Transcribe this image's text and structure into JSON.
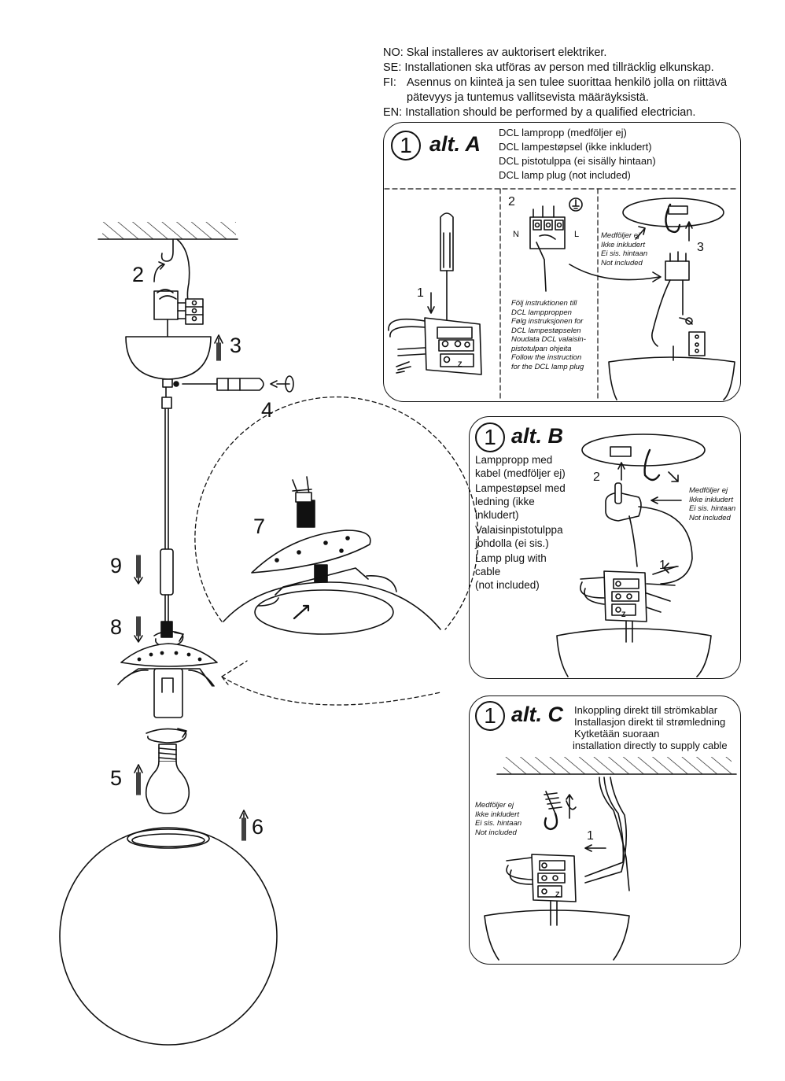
{
  "header": {
    "no": "NO: Skal installeres av auktorisert elektriker.",
    "se": "SE: Installationen ska utföras av person med tillräcklig elkunskap.",
    "fi_code": "FI:",
    "fi_line1": "Asennus on kiinteä ja sen tulee suorittaa henkilö jolla on riittävä",
    "fi_line2": "pätevyys ja tuntemus vallitsevista määräyksistä.",
    "en": "EN: Installation should be performed by a qualified electrician."
  },
  "alt_a": {
    "step": "1",
    "title": "alt. A",
    "lines": [
      "DCL lampropp (medföljer ej)",
      "DCL lampestøpsel (ikke inkludert)",
      "DCL pistotulppa (ei sisälly hintaan)",
      "DCL lamp plug (not included)"
    ],
    "num1": "1",
    "num2": "2",
    "num3": "3",
    "n": "N",
    "l": "L",
    "z": "Z",
    "instruction": [
      "Följ instruktionen till",
      "DCL lampproppen",
      "Følg instruksjonen for",
      "DCL lampestøpselen",
      "Noudata DCL valaisin-",
      "pistotulpan ohjeita",
      "Follow the instruction",
      "for the DCL lamp plug"
    ],
    "not_included": [
      "Medföljer ej",
      "Ikke inkludert",
      "Ei sis. hintaan",
      "Not included"
    ]
  },
  "alt_b": {
    "step": "1",
    "title": "alt. B",
    "labels": [
      "Lamppropp med",
      "kabel (medföljer ej)",
      "Lampestøpsel med",
      "ledning (ikke",
      "inkludert)",
      "Valaisinpistotulppa",
      "johdolla (ei sis.)",
      "Lamp plug with",
      "cable",
      "(not included)"
    ],
    "num1": "1",
    "num2": "2",
    "z": "Z",
    "not_included": [
      "Medföljer ej",
      "Ikke inkludert",
      "Ei sis. hintaan",
      "Not included"
    ]
  },
  "alt_c": {
    "step": "1",
    "title": "alt. C",
    "lines": [
      "Inkoppling direkt till strömkablar",
      "Installasjon direkt til strømledning",
      "Kytketään suoraan",
      "installation directly to supply cable"
    ],
    "num1": "1",
    "z": "Z",
    "not_included": [
      "Medföljer ej",
      "Ikke inkludert",
      "Ei sis. hintaan",
      "Not included"
    ]
  },
  "main_steps": [
    "2",
    "3",
    "4",
    "5",
    "6",
    "7",
    "8",
    "9"
  ]
}
